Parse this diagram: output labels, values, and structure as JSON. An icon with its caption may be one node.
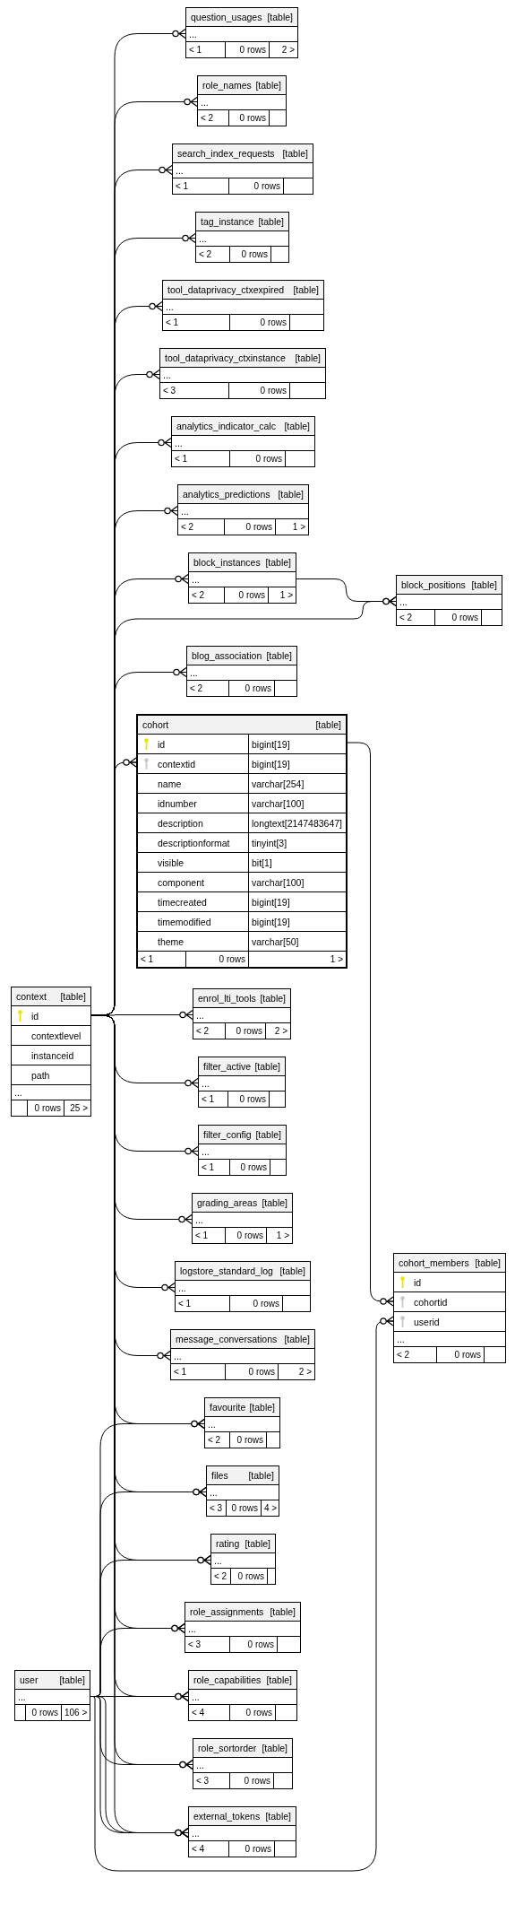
{
  "diagram": {
    "nodes": [
      {
        "text": [
          "question_usages",
          "[table]",
          "...",
          "< 1",
          "0 rows",
          "2 >"
        ]
      },
      {
        "text": [
          "role_names",
          "[table]",
          "...",
          "< 2",
          "0 rows"
        ]
      },
      {
        "text": [
          "search_index_requests",
          "[table]",
          "...",
          "< 1",
          "0 rows"
        ]
      },
      {
        "text": [
          "tag_instance",
          "[table]",
          "...",
          "< 2",
          "0 rows"
        ]
      },
      {
        "text": [
          "tool_dataprivacy_ctxexpired",
          "[table]",
          "...",
          "< 1",
          "0 rows"
        ]
      },
      {
        "text": [
          "tool_dataprivacy_ctxinstance",
          "[table]",
          "...",
          "< 3",
          "0 rows"
        ]
      },
      {
        "text": [
          "analytics_indicator_calc",
          "[table]",
          "...",
          "< 1",
          "0 rows"
        ]
      },
      {
        "text": [
          "analytics_predictions",
          "[table]",
          "...",
          "< 2",
          "0 rows",
          "1 >"
        ]
      },
      {
        "text": [
          "block_instances",
          "[table]",
          "...",
          "< 2",
          "0 rows",
          "1 >"
        ]
      },
      {
        "text": [
          "block_positions",
          "[table]",
          "...",
          "< 2",
          "0 rows"
        ]
      },
      {
        "text": [
          "blog_association",
          "[table]",
          "...",
          "< 2",
          "0 rows"
        ]
      },
      {
        "text": [
          "cohort",
          "[table]",
          "id",
          "bigint[19]",
          "contextid",
          "bigint[19]",
          "name",
          "varchar[254]",
          "idnumber",
          "varchar[100]",
          "description",
          "longtext[2147483647]",
          "descriptionformat",
          "tinyint[3]",
          "visible",
          "bit[1]",
          "component",
          "varchar[100]",
          "timecreated",
          "bigint[19]",
          "timemodified",
          "bigint[19]",
          "theme",
          "varchar[50]",
          "< 1",
          "0 rows",
          "1 >"
        ]
      },
      {
        "text": [
          "context",
          "[table]",
          "id",
          "contextlevel",
          "instanceid",
          "path",
          "...",
          "0 rows",
          "25 >"
        ]
      },
      {
        "text": [
          "enrol_lti_tools",
          "[table]",
          "...",
          "< 2",
          "0 rows",
          "2 >"
        ]
      },
      {
        "text": [
          "filter_active",
          "[table]",
          "...",
          "< 1",
          "0 rows"
        ]
      },
      {
        "text": [
          "filter_config",
          "[table]",
          "...",
          "< 1",
          "0 rows"
        ]
      },
      {
        "text": [
          "grading_areas",
          "[table]",
          "...",
          "< 1",
          "0 rows",
          "1 >"
        ]
      },
      {
        "text": [
          "logstore_standard_log",
          "[table]",
          "...",
          "< 1",
          "0 rows"
        ]
      },
      {
        "text": [
          "cohort_members",
          "[table]",
          "id",
          "cohortid",
          "userid",
          "...",
          "< 2",
          "0 rows"
        ]
      },
      {
        "text": [
          "message_conversations",
          "[table]",
          "...",
          "< 1",
          "0 rows",
          "2 >"
        ]
      },
      {
        "text": [
          "favourite",
          "[table]",
          "...",
          "< 2",
          "0 rows"
        ]
      },
      {
        "text": [
          "files",
          "[table]",
          "...",
          "< 3",
          "0 rows",
          "4 >"
        ]
      },
      {
        "text": [
          "rating",
          "[table]",
          "...",
          "< 2",
          "0 rows"
        ]
      },
      {
        "text": [
          "role_assignments",
          "[table]",
          "...",
          "< 3",
          "0 rows"
        ]
      },
      {
        "text": [
          "user",
          "[table]",
          "...",
          "0 rows",
          "106 >"
        ]
      },
      {
        "text": [
          "role_capabilities",
          "[table]",
          "...",
          "< 4",
          "0 rows"
        ]
      },
      {
        "text": [
          "role_sortorder",
          "[table]",
          "...",
          "< 3",
          "0 rows"
        ]
      },
      {
        "text": [
          "external_tokens",
          "[table]",
          "...",
          "< 4",
          "0 rows"
        ]
      }
    ],
    "edges": [
      {
        "from": 12,
        "to": 0,
        "arrow": "other"
      },
      {
        "from": 12,
        "to": 1,
        "arrow": "other"
      },
      {
        "from": 12,
        "to": 2,
        "arrow": "other"
      },
      {
        "from": 12,
        "to": 3,
        "arrow": "other"
      },
      {
        "from": 12,
        "to": 4,
        "arrow": "other"
      },
      {
        "from": 12,
        "to": 5,
        "arrow": "other"
      },
      {
        "from": 12,
        "to": 6,
        "arrow": "other"
      },
      {
        "from": 12,
        "to": 7,
        "arrow": "other"
      },
      {
        "from": 12,
        "to": 8,
        "arrow": "other"
      },
      {
        "from": 12,
        "to": 9,
        "arrow": "other"
      },
      {
        "from": 12,
        "to": 10,
        "arrow": "other"
      },
      {
        "from": 12,
        "to": 11,
        "arrow": "other"
      },
      {
        "from": 12,
        "to": 13,
        "arrow": "other"
      },
      {
        "from": 12,
        "to": 14,
        "arrow": "other"
      },
      {
        "from": 12,
        "to": 15,
        "arrow": "other"
      },
      {
        "from": 12,
        "to": 16,
        "arrow": "other"
      },
      {
        "from": 12,
        "to": 17,
        "arrow": "other"
      },
      {
        "from": 12,
        "to": 19,
        "arrow": "other"
      },
      {
        "from": 12,
        "to": 20,
        "arrow": "other"
      },
      {
        "from": 12,
        "to": 21,
        "arrow": "other"
      },
      {
        "from": 12,
        "to": 22,
        "arrow": "other"
      },
      {
        "from": 12,
        "to": 23,
        "arrow": "other"
      },
      {
        "from": 12,
        "to": 25,
        "arrow": "other"
      },
      {
        "from": 12,
        "to": 26,
        "arrow": "other"
      },
      {
        "from": 12,
        "to": 27,
        "arrow": "other"
      },
      {
        "from": 8,
        "to": 9,
        "arrow": "other"
      },
      {
        "from": 11,
        "to": 18,
        "arrow": "other"
      },
      {
        "from": 24,
        "to": 20,
        "arrow": "other"
      },
      {
        "from": 24,
        "to": 21,
        "arrow": "other"
      },
      {
        "from": 24,
        "to": 22,
        "arrow": "other"
      },
      {
        "from": 24,
        "to": 23,
        "arrow": "other"
      },
      {
        "from": 24,
        "to": 25,
        "arrow": "other"
      },
      {
        "from": 24,
        "to": 26,
        "arrow": "other"
      },
      {
        "from": 24,
        "to": 27,
        "arrow": "other"
      },
      {
        "from": 24,
        "to": 27,
        "arrow": "other"
      },
      {
        "from": 24,
        "to": 18,
        "arrow": "other"
      }
    ]
  }
}
